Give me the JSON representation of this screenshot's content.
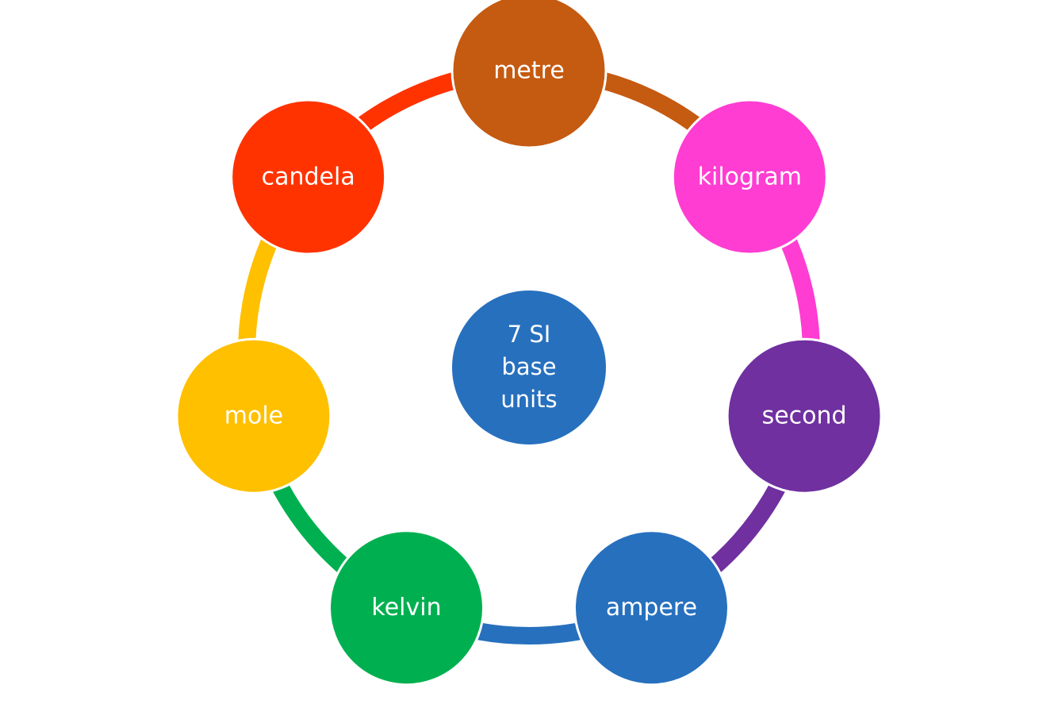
{
  "center": {
    "label_lines": [
      "7 SI",
      "base",
      "units"
    ],
    "color": "#2770BE"
  },
  "units": [
    {
      "label": "metre",
      "color": "#C55A11"
    },
    {
      "label": "kilogram",
      "color": "#FF3DD2"
    },
    {
      "label": "second",
      "color": "#7030A0"
    },
    {
      "label": "ampere",
      "color": "#2770BE"
    },
    {
      "label": "kelvin",
      "color": "#00B050"
    },
    {
      "label": "mole",
      "color": "#FFC000"
    },
    {
      "label": "candela",
      "color": "#FF3300"
    }
  ]
}
